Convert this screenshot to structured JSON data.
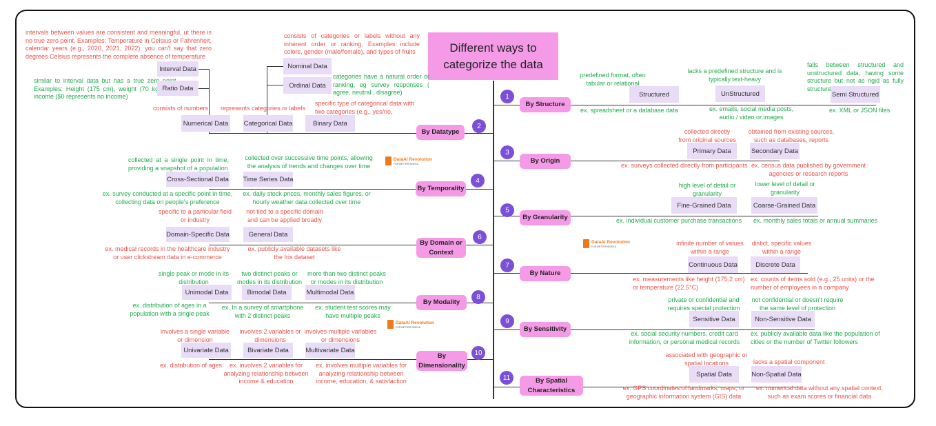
{
  "title": "Different ways to categorize the data",
  "logo_text": "DataAI Revolution",
  "logo_tagline": "FOR BETTER WORLD",
  "categories": {
    "c1": {
      "num": "1",
      "label": "By Structure"
    },
    "c2": {
      "num": "2",
      "label": "By Datatype"
    },
    "c3": {
      "num": "3",
      "label": "By Origin"
    },
    "c4": {
      "num": "4",
      "label": "By Temporality"
    },
    "c5": {
      "num": "5",
      "label": "By Granularity"
    },
    "c6": {
      "num": "6",
      "label": "By Domain or Context"
    },
    "c7": {
      "num": "7",
      "label": "By Nature"
    },
    "c8": {
      "num": "8",
      "label": "By Modality"
    },
    "c9": {
      "num": "9",
      "label": "By Sensitivity"
    },
    "c10": {
      "num": "10",
      "label": "By Dimensionality"
    },
    "c11": {
      "num": "11",
      "label": "By Spatial Characteristics"
    }
  },
  "structure": {
    "structured": "Structured",
    "structured_desc": "predefined format, often tabular or relational",
    "structured_ex": "ex. spreadsheet or a database data",
    "unstructured": "UnStructured",
    "unstructured_desc": "lacks a predefined structure and is typically text-heavy",
    "unstructured_ex": "ex. emails, social media posts, audio / video or images",
    "semi": "Semi Structured",
    "semi_desc": "falls between structured and unstructured data, having some structure but not as rigid as fully structured data",
    "semi_ex": "ex. XML or JSON files"
  },
  "datatype": {
    "interval": "Interval Data",
    "interval_desc": "intervals between values are consistent and meaningful, ut there is no true zero point. Examples: Temperature in Celsius or Fahrenheit, calendar years (e.g., 2020, 2021, 2022). you can't say that zero degrees Celsius represents the complete absence of temperature",
    "ratio": "Ratio Data",
    "ratio_desc": "similar to interval data but has a true zero point, Examples: Height (175 cm), weight (70 kg), age, income ($0 represents no income)",
    "numerical": "Numerical Data",
    "numerical_desc": "consists of numbers",
    "nominal": "Nominal Data",
    "nominal_desc": "consists of categories or labels without any inherent order or ranking. Examples include colors, gender (male/female), and types of fruits",
    "ordinal": "Ordinal Data",
    "ordinal_desc": "categories have a natural order or ranking, eg survey responses ( agree, neutral , disagree)",
    "categorical": "Categorical Data",
    "categorical_desc": "represents categories or labels",
    "binary": "Binary Data",
    "binary_desc": "specific type of categorical data with two categories (e.g., yes/no, true/false)"
  },
  "origin": {
    "primary": "Primary Data",
    "primary_desc": "collected directly from original sources",
    "primary_ex": "ex. surveys collected directly from participants",
    "secondary": "Secondary Data",
    "secondary_desc": "obtained from existing sources, such as databases, reports",
    "secondary_ex": "ex. census data published by government agencies or research reports"
  },
  "temporality": {
    "cross": "Cross-Sectional Data",
    "cross_desc": "collected at a single point in time, providing a snapshot of a population",
    "cross_ex": "ex. survey conducted at a specific point in time, collecting data on people's preference",
    "time": "Time Series Data",
    "time_desc": "collected over successive time points, allowing the analysis of trends and changes over time",
    "time_ex": "ex. daily stock prices, monthly sales figures, or hourly weather data collected over time"
  },
  "granularity": {
    "fine": "Fine-Grained Data",
    "fine_desc": "high level of detail or granularity",
    "fine_ex": "ex. individual customer purchase transactions",
    "coarse": "Coarse-Grained Data",
    "coarse_desc": "lower level of detail or granularity",
    "coarse_ex": "ex. monthly sales totals or annual summaries"
  },
  "domain": {
    "specific": "Domain-Specific Data",
    "specific_desc": "specific to a particular field or industry",
    "specific_ex": "ex. medical records in the healthcare industry or user clickstream data in e-commerce",
    "general": "General Data",
    "general_desc": "not tied to a specific domain and can be applied broadly",
    "general_ex": "ex. publicly available datasets like the Iris dataset"
  },
  "nature": {
    "continuous": "Continuous Data",
    "continuous_desc": "infinite number of values within a range",
    "continuous_ex": "ex. measurements like height (175.2 cm) or temperature (22.5°C)",
    "discrete": "Discrete Data",
    "discrete_desc": "distict, specific values within a range",
    "discrete_ex": "ex. counts of items sold (e.g., 25 units) or the number of employees in a company"
  },
  "modality": {
    "unimodal": "Unimodal Data",
    "unimodal_desc": "single peak or mode in its distribution",
    "unimodal_ex": "ex. distribution of ages in a population with a single peak",
    "bimodal": "Bimodal Data",
    "bimodal_desc": "two distinct peaks or modes in its distribution",
    "bimodal_ex": "ex. In a survey of smartphone with 2 distinct peaks",
    "multimodal": "Multimodal Data",
    "multimodal_desc": "more than two distinct peaks or modes in its distribution",
    "multimodal_ex": "ex. student test scores may have multiple peaks"
  },
  "sensitivity": {
    "sensitive": "Sensitive Data",
    "sensitive_desc": "private or confidential and requires special protection",
    "sensitive_ex": "ex. social security numbers, credit card information, or personal medical records",
    "nonsensitive": "Non-Sensitive Data",
    "nonsensitive_desc": "not confidential or doesn't require the same level of protection",
    "nonsensitive_ex": "ex. publicly available data like the population of cities or the number of Twitter followers"
  },
  "dimensionality": {
    "univariate": "Univariate Data",
    "univariate_desc": "involves a single variable or dimension",
    "univariate_ex": "ex. distribution of ages",
    "bivariate": "Bivariate Data",
    "bivariate_desc": "involves 2 variables or dimensions",
    "bivariate_ex": "ex. involves 2 variables for analyzing relationship between income & education",
    "multivariate": "Multivariate Data",
    "multivariate_desc": "involves multiple variables or dimensions",
    "multivariate_ex": "ex. involves multiple variables for analyzing relationship between income, education, & satisfaction"
  },
  "spatial": {
    "spatial": "Spatial Data",
    "spatial_desc": "associated with geographic or spatial locations",
    "spatial_ex": "ex. GPS coordinates of landmarks, maps, or geographic information system (GIS) data",
    "nonspatial": "Non-Spatial Data",
    "nonspatial_desc": "lacks a spatial component",
    "nonspatial_ex": "ex. numerical data without any spatial context, such as exam scores or financial data"
  },
  "colors": {
    "category": "#f49ae6",
    "box": "#e8dcf6",
    "badge": "#7b4fd8",
    "desc_red": "#e8524a",
    "desc_green": "#1faa4a"
  }
}
